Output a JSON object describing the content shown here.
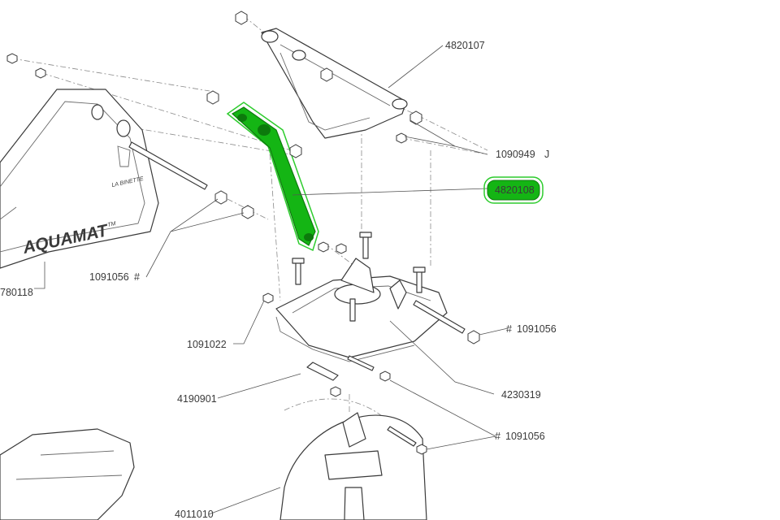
{
  "labels": {
    "part_4820107": "4820107",
    "part_1090949": "1090949",
    "part_1090949_suffix": "J",
    "part_4820108": "4820108",
    "part_780118": "780118",
    "part_1091056_left": "1091056",
    "part_1091056_right": "1091056",
    "part_1091056_lower": "1091056",
    "part_1091022": "1091022",
    "part_4190901": "4190901",
    "part_4230319": "4230319",
    "part_4011010": "4011010"
  },
  "brand": {
    "wordmark": "AQUAMAT",
    "trademark": "TM",
    "maker": "LA BINETTE"
  },
  "highlight": {
    "part": "4820108",
    "color": "#14b514"
  }
}
